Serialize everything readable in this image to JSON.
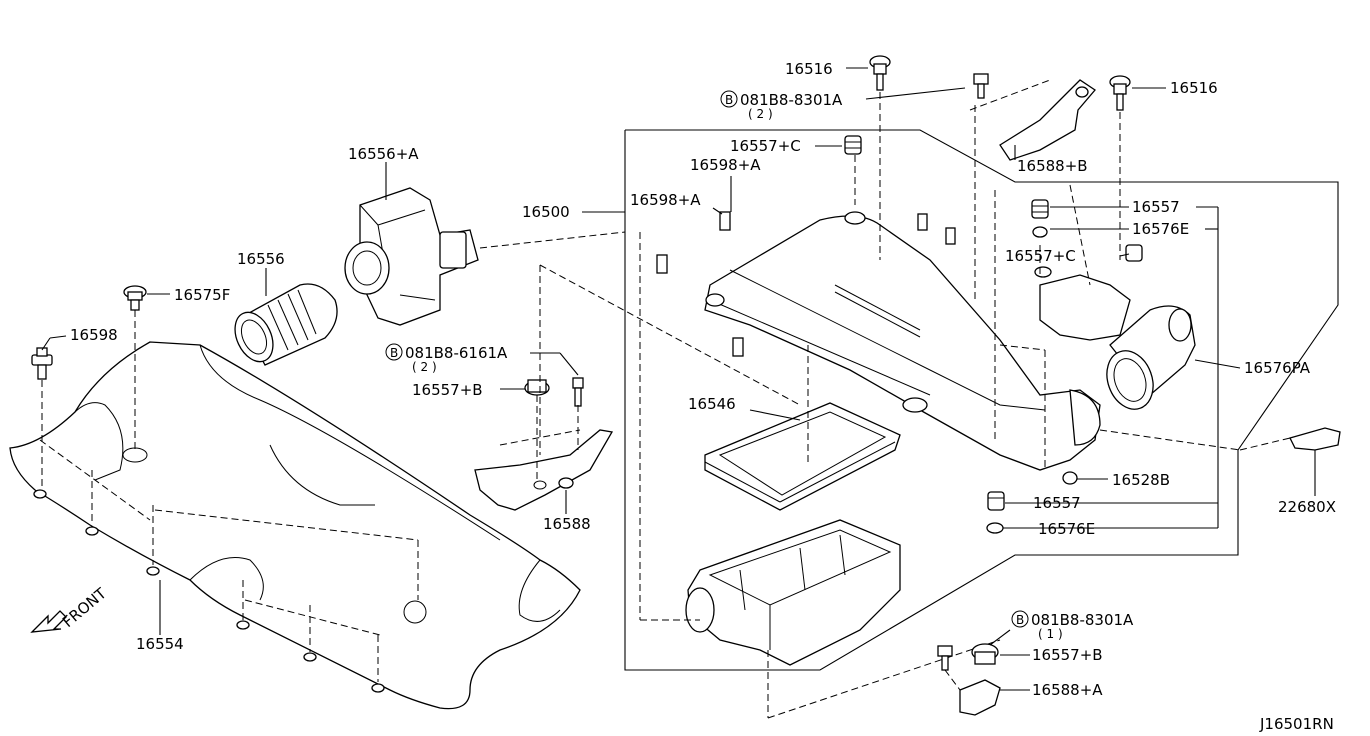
{
  "diagram_id": "J16501RN",
  "front_label": "FRONT",
  "callouts": {
    "c16516_top": "16516",
    "c16516_right": "16516",
    "bolt_8301_top": "081B8-8301A",
    "bolt_8301_top_qty": "( 2 )",
    "c16557C_top": "16557+C",
    "c16598A_1": "16598+A",
    "c16598A_2": "16598+A",
    "c16500": "16500",
    "c16588B": "16588+B",
    "c16557_1": "16557",
    "c16576E_1": "16576E",
    "c16557C_right": "16557+C",
    "c16556A": "16556+A",
    "c16556": "16556",
    "c16575F": "16575F",
    "c16598": "16598",
    "bolt_6161": "081B8-6161A",
    "bolt_6161_qty": "( 2 )",
    "c16557B_left": "16557+B",
    "c16546": "16546",
    "c16576PA": "16576PA",
    "c16528B": "16528B",
    "c16557_2": "16557",
    "c16576E_2": "16576E",
    "c22680X": "22680X",
    "c16588": "16588",
    "bolt_8301_bottom": "081B8-8301A",
    "bolt_8301_bottom_qty": "( 1 )",
    "c16557B_bottom": "16557+B",
    "c16588A": "16588+A",
    "c16554": "16554"
  },
  "bolt_marker": "B"
}
